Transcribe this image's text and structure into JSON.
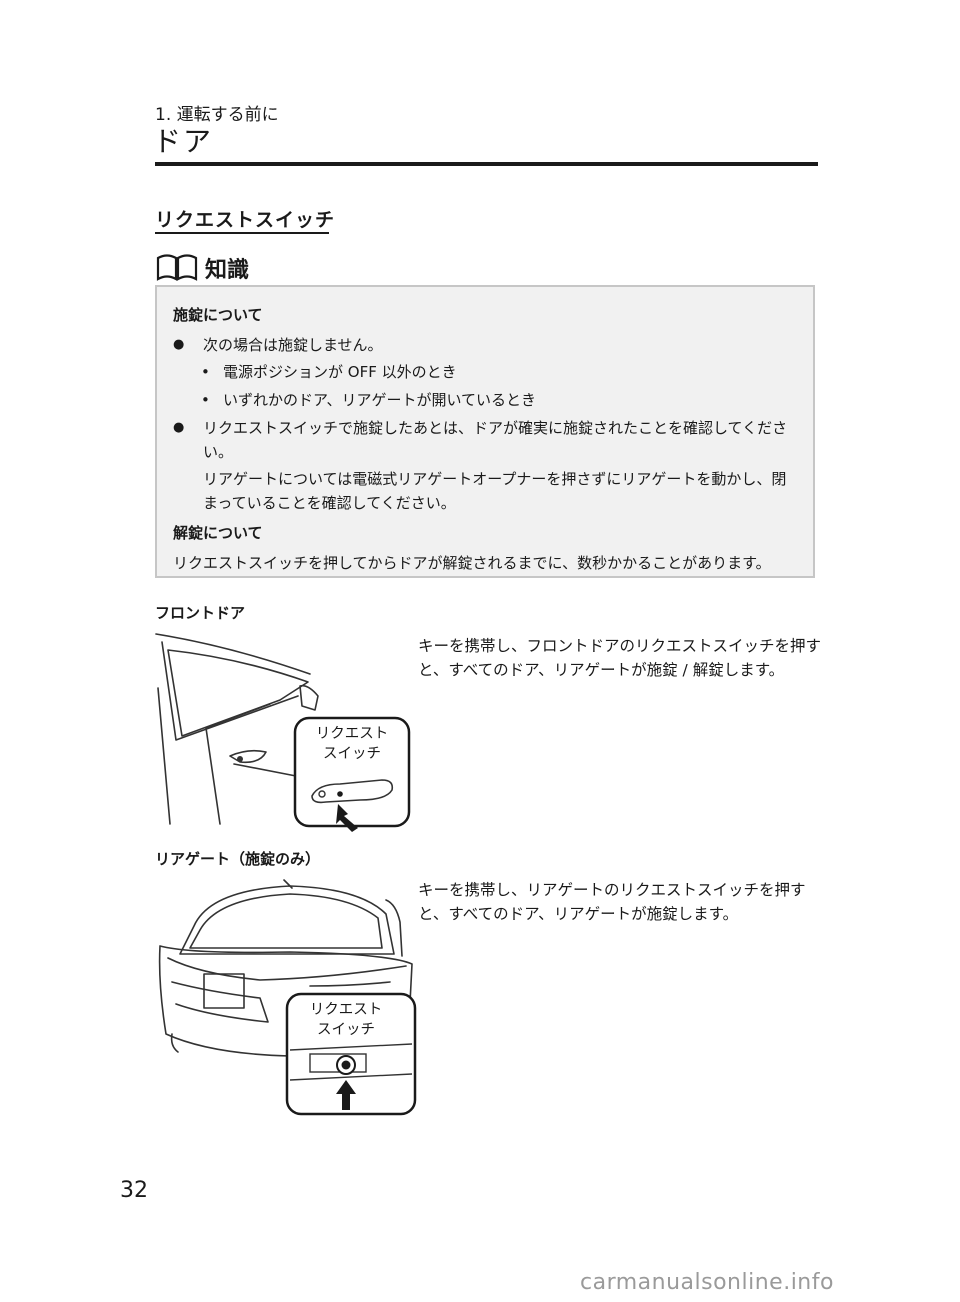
{
  "header": {
    "chapter": "1. 運転する前に",
    "section_title": "ドア"
  },
  "subheading": "リクエストスイッチ",
  "knowledge": {
    "icon": "book-icon",
    "label": "知識"
  },
  "infobox": {
    "lock_heading": "施錠について",
    "bullet1": "次の場合は施錠しません。",
    "sub1": "電源ポジションが OFF 以外のとき",
    "sub2": "いずれかのドア、リアゲートが開いているとき",
    "bullet2": "リクエストスイッチで施錠したあとは、ドアが確実に施錠されたことを確認してください。",
    "bullet2_para": "リアゲートについては電磁式リアゲートオープナーを押さずにリアゲートを動かし、閉まっていることを確認してください。",
    "unlock_heading": "解錠について",
    "unlock_text": "リクエストスイッチを押してからドアが解錠されるまでに、数秒かかることがあります。"
  },
  "front_door": {
    "label": "フロントドア",
    "description": "キーを携帯し、フロントドアのリクエストスイッチを押すと、すべてのドア、リアゲートが施錠 / 解錠します。",
    "callout_line1": "リクエスト",
    "callout_line2": "スイッチ"
  },
  "rear_gate": {
    "label": "リアゲート（施錠のみ）",
    "description": "キーを携帯し、リアゲートのリクエストスイッチを押すと、すべてのドア、リアゲートが施錠します。",
    "callout_line1": "リクエスト",
    "callout_line2": "スイッチ"
  },
  "page_number": "32",
  "watermark": "carmanualsonline.info"
}
